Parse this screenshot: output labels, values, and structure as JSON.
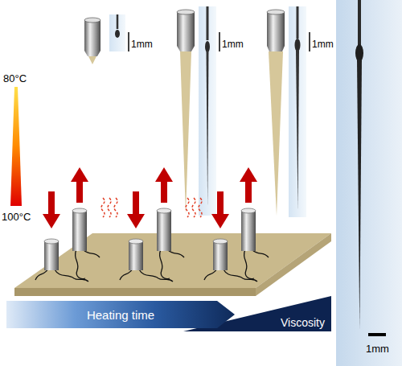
{
  "diagram": {
    "nodes": [
      {
        "text": [
          "Heating time"
        ]
      },
      {
        "text": [
          "Viscosity"
        ]
      }
    ],
    "labels": [
      "1mm",
      "1mm",
      "1mm",
      "80°C",
      "100°C",
      "1mm"
    ]
  }
}
